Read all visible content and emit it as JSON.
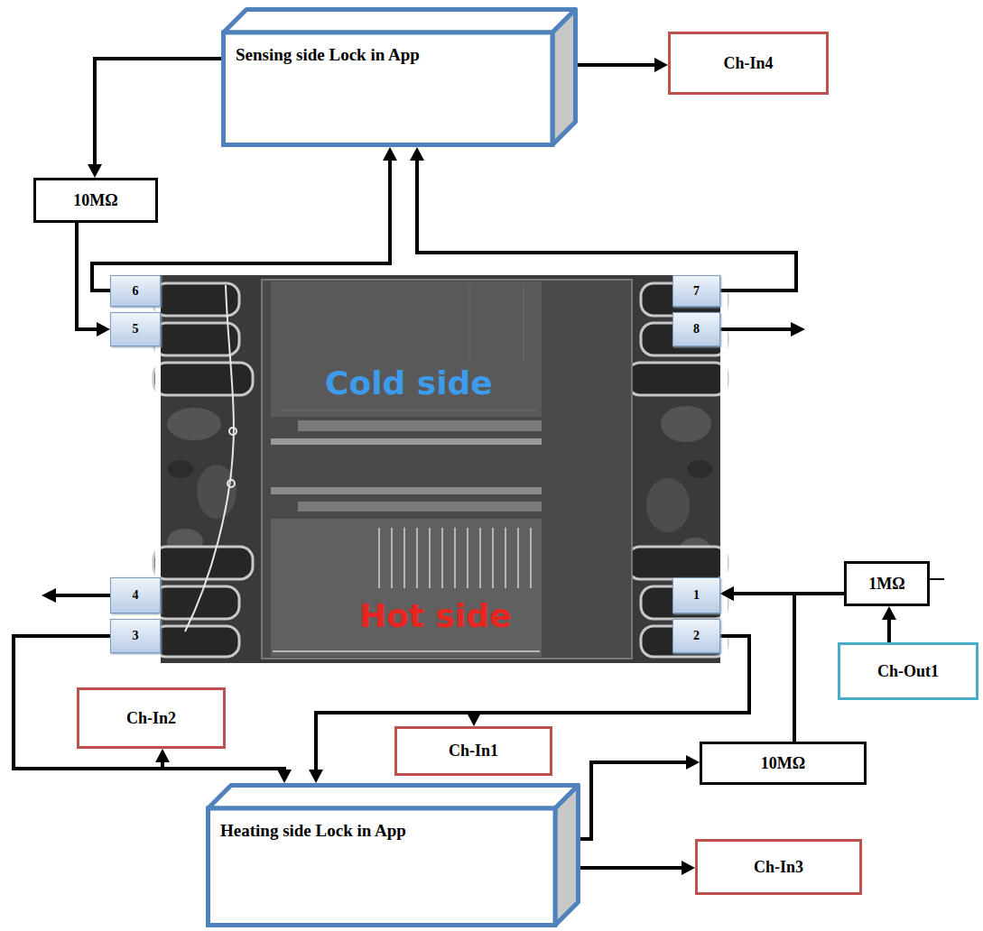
{
  "diagram": {
    "nodes": [
      {
        "text": [
          "Sensing side Lock in App"
        ]
      },
      {
        "text": [
          "Ch-In4"
        ]
      },
      {
        "text": [
          "10MΩ"
        ]
      },
      {
        "text": [
          "6"
        ]
      },
      {
        "text": [
          "5"
        ]
      },
      {
        "text": [
          "7"
        ]
      },
      {
        "text": [
          "8"
        ]
      },
      {
        "text": [
          "4"
        ]
      },
      {
        "text": [
          "3"
        ]
      },
      {
        "text": [
          "1"
        ]
      },
      {
        "text": [
          "2"
        ]
      },
      {
        "text": [
          "1MΩ"
        ]
      },
      {
        "text": [
          "Ch-Out1"
        ]
      },
      {
        "text": [
          "Ch-In2"
        ]
      },
      {
        "text": [
          "Ch-In1"
        ]
      },
      {
        "text": [
          "10MΩ"
        ]
      },
      {
        "text": [
          "Heating side Lock in App"
        ]
      },
      {
        "text": [
          "Ch-In3"
        ]
      }
    ],
    "edges": [
      {
        "from": 0,
        "to": 1,
        "arrow": "to"
      },
      {
        "from": 0,
        "to": 2,
        "arrow": "to"
      },
      {
        "from": 3,
        "to": 0,
        "arrow": "to"
      },
      {
        "from": 2,
        "to": 4,
        "arrow": "to"
      },
      {
        "from": 5,
        "to": 0,
        "arrow": "to"
      },
      {
        "from": 8,
        "to": 16,
        "arrow": "to"
      },
      {
        "from": 8,
        "to": 13,
        "arrow": "to"
      },
      {
        "from": 10,
        "to": 16,
        "arrow": "to"
      },
      {
        "from": 10,
        "to": 14,
        "arrow": "to"
      },
      {
        "from": 12,
        "to": 11,
        "arrow": "to"
      },
      {
        "from": 11,
        "to": 9,
        "arrow": "to"
      },
      {
        "from": 16,
        "to": 15,
        "arrow": "to"
      },
      {
        "from": 15,
        "to": 9,
        "arrow": "to"
      },
      {
        "from": 16,
        "to": 17,
        "arrow": "to"
      }
    ],
    "labels": [
      "Cold side",
      "Hot side"
    ]
  }
}
